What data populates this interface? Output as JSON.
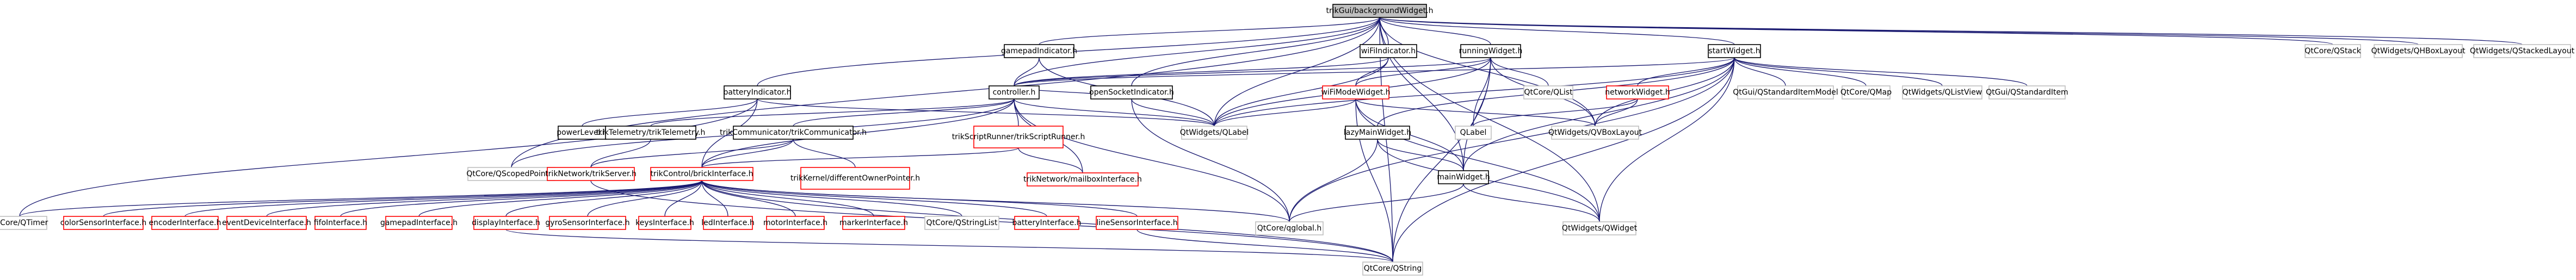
{
  "diagram": {
    "type": "include-dependency-graph",
    "root": "trikGui/backgroundWidget.h",
    "nodes": [
      {
        "id": "root",
        "label": "trikGui/backgroundWidget.h",
        "style": "root"
      },
      {
        "id": "gamepadIndicator",
        "label": "gamepadIndicator.h",
        "style": "normal"
      },
      {
        "id": "wiFiIndicator",
        "label": "wiFiIndicator.h",
        "style": "normal"
      },
      {
        "id": "runningWidget",
        "label": "runningWidget.h",
        "style": "normal"
      },
      {
        "id": "startWidget",
        "label": "startWidget.h",
        "style": "normal"
      },
      {
        "id": "QtCoreQStack",
        "label": "QtCore/QStack",
        "style": "gray"
      },
      {
        "id": "QtWidgetsQHBoxLayout",
        "label": "QtWidgets/QHBoxLayout",
        "style": "gray"
      },
      {
        "id": "QtWidgetsQStackedLayout",
        "label": "QtWidgets/QStackedLayout",
        "style": "gray"
      },
      {
        "id": "batteryIndicator",
        "label": "batteryIndicator.h",
        "style": "normal"
      },
      {
        "id": "controller",
        "label": "controller.h",
        "style": "normal"
      },
      {
        "id": "openSocketIndicator",
        "label": "openSocketIndicator.h",
        "style": "normal"
      },
      {
        "id": "wiFiModeWidget",
        "label": "wiFiModeWidget.h",
        "style": "red"
      },
      {
        "id": "QtCoreQList",
        "label": "QtCore/QList",
        "style": "gray"
      },
      {
        "id": "networkWidget",
        "label": "networkWidget.h",
        "style": "red"
      },
      {
        "id": "QtGuiQStandardItemModel",
        "label": "QtGui/QStandardItemModel",
        "style": "gray"
      },
      {
        "id": "QtCoreQMap",
        "label": "QtCore/QMap",
        "style": "gray"
      },
      {
        "id": "QtWidgetsQListView",
        "label": "QtWidgets/QListView",
        "style": "gray"
      },
      {
        "id": "QtGuiQStandardItem",
        "label": "QtGui/QStandardItem",
        "style": "gray"
      },
      {
        "id": "powerLevel",
        "label": "powerLevel.h",
        "style": "normal"
      },
      {
        "id": "trikTelemetry",
        "label": "trikTelemetry/trikTelemetry.h",
        "style": "normal"
      },
      {
        "id": "trikCommunicator",
        "label": "trikCommunicator/trikCommunicator.h",
        "style": "normal"
      },
      {
        "id": "trikScriptRunner",
        "label": "trikScriptRunner/trikScriptRunner.h",
        "style": "red"
      },
      {
        "id": "QtWidgetsQLabel",
        "label": "QtWidgets/QLabel",
        "style": "gray"
      },
      {
        "id": "lazyMainWidget",
        "label": "lazyMainWidget.h",
        "style": "normal"
      },
      {
        "id": "QLabel",
        "label": "QLabel",
        "style": "gray"
      },
      {
        "id": "QtWidgetsQVBoxLayout",
        "label": "QtWidgets/QVBoxLayout",
        "style": "gray"
      },
      {
        "id": "QtCoreQScopedPointer",
        "label": "QtCore/QScopedPointer",
        "style": "gray"
      },
      {
        "id": "trikNetworkTrikServer",
        "label": "trikNetwork/trikServer.h",
        "style": "red"
      },
      {
        "id": "trikControlBrickInterface",
        "label": "trikControl/brickInterface.h",
        "style": "red"
      },
      {
        "id": "trikKernelDifferentOwnerPointer",
        "label": "trikKernel/differentOwnerPointer.h",
        "style": "red"
      },
      {
        "id": "trikNetworkMailboxInterface",
        "label": "trikNetwork/mailboxInterface.h",
        "style": "red"
      },
      {
        "id": "mainWidget",
        "label": "mainWidget.h",
        "style": "normal"
      },
      {
        "id": "QtCoreQTimer",
        "label": "QtCore/QTimer",
        "style": "gray"
      },
      {
        "id": "colorSensorInterface",
        "label": "colorSensorInterface.h",
        "style": "red"
      },
      {
        "id": "encoderInterface",
        "label": "encoderInterface.h",
        "style": "red"
      },
      {
        "id": "eventDeviceInterface",
        "label": "eventDeviceInterface.h",
        "style": "red"
      },
      {
        "id": "fifoInterface",
        "label": "fifoInterface.h",
        "style": "red"
      },
      {
        "id": "gamepadInterface",
        "label": "gamepadInterface.h",
        "style": "red"
      },
      {
        "id": "displayInterface",
        "label": "displayInterface.h",
        "style": "red"
      },
      {
        "id": "gyroSensorInterface",
        "label": "gyroSensorInterface.h",
        "style": "red"
      },
      {
        "id": "keysInterface",
        "label": "keysInterface.h",
        "style": "red"
      },
      {
        "id": "ledInterface",
        "label": "ledInterface.h",
        "style": "red"
      },
      {
        "id": "motorInterface",
        "label": "motorInterface.h",
        "style": "red"
      },
      {
        "id": "markerInterface",
        "label": "markerInterface.h",
        "style": "red"
      },
      {
        "id": "QtCoreQStringList",
        "label": "QtCore/QStringList",
        "style": "gray"
      },
      {
        "id": "batteryInterface",
        "label": "batteryInterface.h",
        "style": "red"
      },
      {
        "id": "lineSensorInterface",
        "label": "lineSensorInterface.h",
        "style": "red"
      },
      {
        "id": "QtCoreQtglobal",
        "label": "QtCore/qglobal.h",
        "style": "gray"
      },
      {
        "id": "QtWidgetsQWidget",
        "label": "QtWidgets/QWidget",
        "style": "gray"
      },
      {
        "id": "QtCoreQString",
        "label": "QtCore/QString",
        "style": "gray"
      }
    ],
    "edges": [
      [
        "root",
        "gamepadIndicator"
      ],
      [
        "root",
        "wiFiIndicator"
      ],
      [
        "root",
        "runningWidget"
      ],
      [
        "root",
        "startWidget"
      ],
      [
        "root",
        "QtCoreQStack"
      ],
      [
        "root",
        "QtWidgetsQHBoxLayout"
      ],
      [
        "root",
        "QtWidgetsQStackedLayout"
      ],
      [
        "root",
        "batteryIndicator"
      ],
      [
        "root",
        "controller"
      ],
      [
        "root",
        "openSocketIndicator"
      ],
      [
        "root",
        "QtWidgetsQWidget"
      ],
      [
        "root",
        "QtWidgetsQVBoxLayout"
      ],
      [
        "root",
        "QtCoreQScopedPointer"
      ],
      [
        "root",
        "mainWidget"
      ],
      [
        "root",
        "QtCoreQString"
      ],
      [
        "root",
        "QtWidgetsQLabel"
      ],
      [
        "gamepadIndicator",
        "controller"
      ],
      [
        "gamepadIndicator",
        "QtWidgetsQLabel"
      ],
      [
        "wiFiIndicator",
        "controller"
      ],
      [
        "wiFiIndicator",
        "wiFiModeWidget"
      ],
      [
        "wiFiIndicator",
        "QtWidgetsQLabel"
      ],
      [
        "runningWidget",
        "controller"
      ],
      [
        "runningWidget",
        "wiFiModeWidget"
      ],
      [
        "runningWidget",
        "QtCoreQList"
      ],
      [
        "runningWidget",
        "QtWidgetsQLabel"
      ],
      [
        "runningWidget",
        "QtWidgetsQVBoxLayout"
      ],
      [
        "runningWidget",
        "mainWidget"
      ],
      [
        "runningWidget",
        "QtCoreQString"
      ],
      [
        "runningWidget",
        "QLabel"
      ],
      [
        "startWidget",
        "controller"
      ],
      [
        "startWidget",
        "networkWidget"
      ],
      [
        "startWidget",
        "QtGuiQStandardItemModel"
      ],
      [
        "startWidget",
        "QtCoreQMap"
      ],
      [
        "startWidget",
        "QtWidgetsQListView"
      ],
      [
        "startWidget",
        "QtGuiQStandardItem"
      ],
      [
        "startWidget",
        "QtWidgetsQVBoxLayout"
      ],
      [
        "startWidget",
        "QtWidgetsQLabel"
      ],
      [
        "startWidget",
        "lazyMainWidget"
      ],
      [
        "startWidget",
        "mainWidget"
      ],
      [
        "startWidget",
        "QtCoreQString"
      ],
      [
        "startWidget",
        "QtCoreQtglobal"
      ],
      [
        "startWidget",
        "QtWidgetsQWidget"
      ],
      [
        "batteryIndicator",
        "powerLevel"
      ],
      [
        "batteryIndicator",
        "trikControlBrickInterface"
      ],
      [
        "batteryIndicator",
        "QtWidgetsQLabel"
      ],
      [
        "batteryIndicator",
        "QtCoreQTimer"
      ],
      [
        "controller",
        "trikTelemetry"
      ],
      [
        "controller",
        "trikCommunicator"
      ],
      [
        "controller",
        "trikScriptRunner"
      ],
      [
        "controller",
        "trikControlBrickInterface"
      ],
      [
        "controller",
        "trikNetworkMailboxInterface"
      ],
      [
        "controller",
        "QtCoreQScopedPointer"
      ],
      [
        "controller",
        "QtCoreQtglobal"
      ],
      [
        "controller",
        "QtWidgetsQLabel"
      ],
      [
        "openSocketIndicator",
        "controller"
      ],
      [
        "openSocketIndicator",
        "QtWidgetsQLabel"
      ],
      [
        "openSocketIndicator",
        "QtCoreQtglobal"
      ],
      [
        "wiFiModeWidget",
        "QtWidgetsQLabel"
      ],
      [
        "wiFiModeWidget",
        "QtCoreQString"
      ],
      [
        "wiFiModeWidget",
        "mainWidget"
      ],
      [
        "wiFiModeWidget",
        "QtWidgetsQWidget"
      ],
      [
        "wiFiModeWidget",
        "QtWidgetsQVBoxLayout"
      ],
      [
        "networkWidget",
        "QLabel"
      ],
      [
        "networkWidget",
        "QtWidgetsQVBoxLayout"
      ],
      [
        "trikTelemetry",
        "trikNetworkTrikServer"
      ],
      [
        "trikCommunicator",
        "trikNetworkTrikServer"
      ],
      [
        "trikCommunicator",
        "trikKernelDifferentOwnerPointer"
      ],
      [
        "trikCommunicator",
        "trikControlBrickInterface"
      ],
      [
        "trikScriptRunner",
        "trikControlBrickInterface"
      ],
      [
        "trikScriptRunner",
        "trikNetworkMailboxInterface"
      ],
      [
        "lazyMainWidget",
        "mainWidget"
      ],
      [
        "lazyMainWidget",
        "QtCoreQtglobal"
      ],
      [
        "lazyMainWidget",
        "QtWidgetsQWidget"
      ],
      [
        "mainWidget",
        "QtWidgetsQWidget"
      ],
      [
        "mainWidget",
        "QtCoreQtglobal"
      ],
      [
        "trikNetworkTrikServer",
        "QtCoreQString"
      ],
      [
        "trikControlBrickInterface",
        "colorSensorInterface"
      ],
      [
        "trikControlBrickInterface",
        "encoderInterface"
      ],
      [
        "trikControlBrickInterface",
        "eventDeviceInterface"
      ],
      [
        "trikControlBrickInterface",
        "fifoInterface"
      ],
      [
        "trikControlBrickInterface",
        "gamepadInterface"
      ],
      [
        "trikControlBrickInterface",
        "displayInterface"
      ],
      [
        "trikControlBrickInterface",
        "gyroSensorInterface"
      ],
      [
        "trikControlBrickInterface",
        "keysInterface"
      ],
      [
        "trikControlBrickInterface",
        "ledInterface"
      ],
      [
        "trikControlBrickInterface",
        "motorInterface"
      ],
      [
        "trikControlBrickInterface",
        "markerInterface"
      ],
      [
        "trikControlBrickInterface",
        "QtCoreQStringList"
      ],
      [
        "trikControlBrickInterface",
        "batteryInterface"
      ],
      [
        "trikControlBrickInterface",
        "lineSensorInterface"
      ],
      [
        "trikControlBrickInterface",
        "QtCoreQtglobal"
      ],
      [
        "trikControlBrickInterface",
        "QtCoreQString"
      ],
      [
        "trikControlBrickInterface",
        "QtCoreQTimer"
      ],
      [
        "displayInterface",
        "QtCoreQString"
      ],
      [
        "lineSensorInterface",
        "QtCoreQString"
      ]
    ]
  }
}
